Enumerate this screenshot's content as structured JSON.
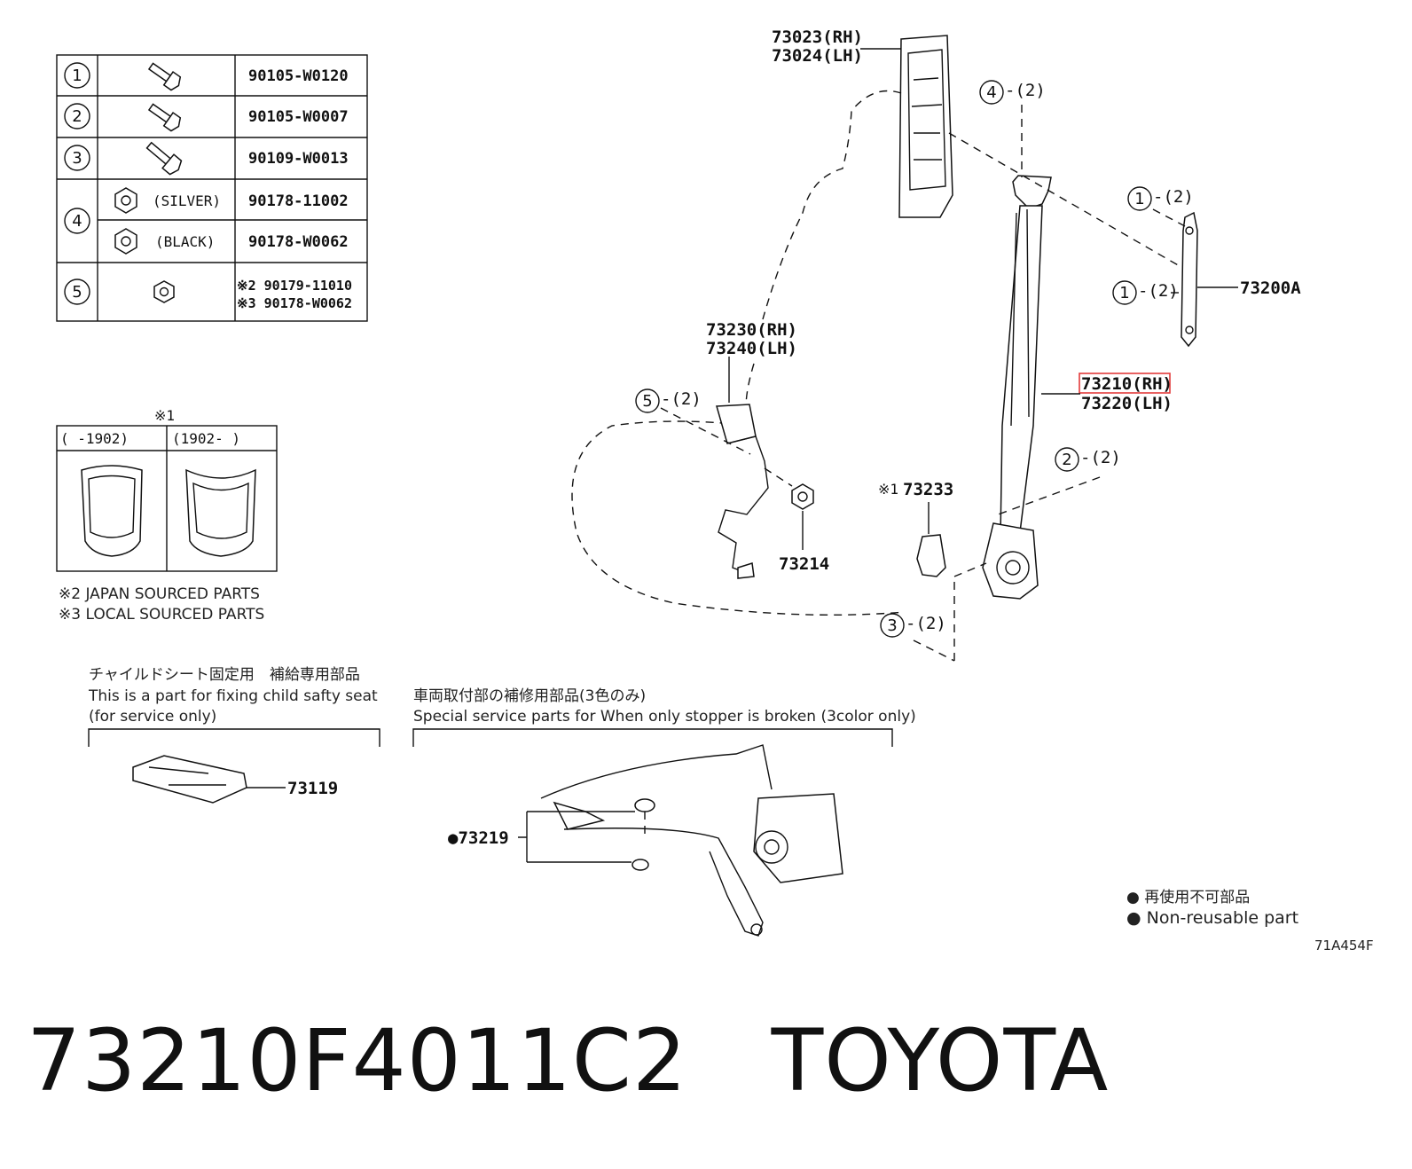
{
  "fastener_table": {
    "rows": [
      {
        "index": "1",
        "note": "",
        "part": "90105-W0120"
      },
      {
        "index": "2",
        "note": "",
        "part": "90105-W0007"
      },
      {
        "index": "3",
        "note": "",
        "part": "90109-W0013"
      },
      {
        "index": "4",
        "note": "(SILVER)",
        "part": "90178-11002"
      },
      {
        "index": "",
        "note": "(BLACK)",
        "part": "90178-W0062"
      },
      {
        "index": "5",
        "note": "",
        "part": "※2 90179-11010",
        "part2": "※3 90178-W0062"
      }
    ]
  },
  "cover_table": {
    "marker": "※1",
    "col1": "(      -1902)",
    "col2": "(1902-      )"
  },
  "footnotes": {
    "japan": "※2 JAPAN SOURCED PARTS",
    "local": "※3 LOCAL SOURCED PARTS"
  },
  "child_seat": {
    "jp": "チャイルドシート固定用　補給専用部品",
    "en1": "This is a part for fixing child safty seat",
    "en2": "(for service only)",
    "part": "73119"
  },
  "stopper": {
    "jp": "車両取付部の補修用部品(3色のみ)",
    "en": "Special service parts for When only stopper is broken (3color only)",
    "part": "●73219"
  },
  "callouts": {
    "p73023": "73023(RH)",
    "p73024": "73024(LH)",
    "c4": "④-(2)",
    "c1a": "①-(2)",
    "c1b": "①-(2)",
    "p73200A": "73200A",
    "p73210": "73210(RH)",
    "p73220": "73220(LH)",
    "c2": "②-(2)",
    "p73233_mark": "※1",
    "p73233": "73233",
    "c3": "③-(2)",
    "p73230": "73230(RH)",
    "p73240": "73240(LH)",
    "c5": "⑤-(2)",
    "p73214": "73214"
  },
  "legend": {
    "jp": "● 再使用不可部品",
    "en": "● Non-reusable part"
  },
  "figure_code": "71A454F",
  "caption": "73210F4011C2   TOYOTA",
  "highlight_color": "#e23a3a"
}
